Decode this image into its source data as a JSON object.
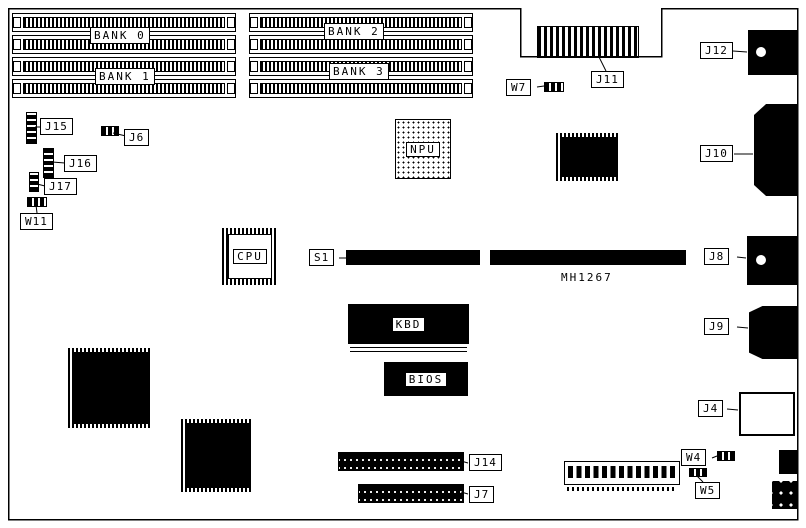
{
  "banks": [
    "BANK 0",
    "BANK 1",
    "BANK 2",
    "BANK 3"
  ],
  "chips": {
    "npu": "NPU",
    "cpu": "CPU",
    "kbd": "KBD",
    "bios": "BIOS"
  },
  "slot_callout": "S1",
  "board_marking": "MH1267",
  "callouts": {
    "j15": "J15",
    "j6": "J6",
    "j16": "J16",
    "j17": "J17",
    "w11": "W11",
    "w7": "W7",
    "j11": "J11",
    "j12": "J12",
    "j10": "J10",
    "j8": "J8",
    "j9": "J9",
    "j4": "J4",
    "j14": "J14",
    "j7": "J7",
    "w4": "W4",
    "w5": "W5"
  }
}
